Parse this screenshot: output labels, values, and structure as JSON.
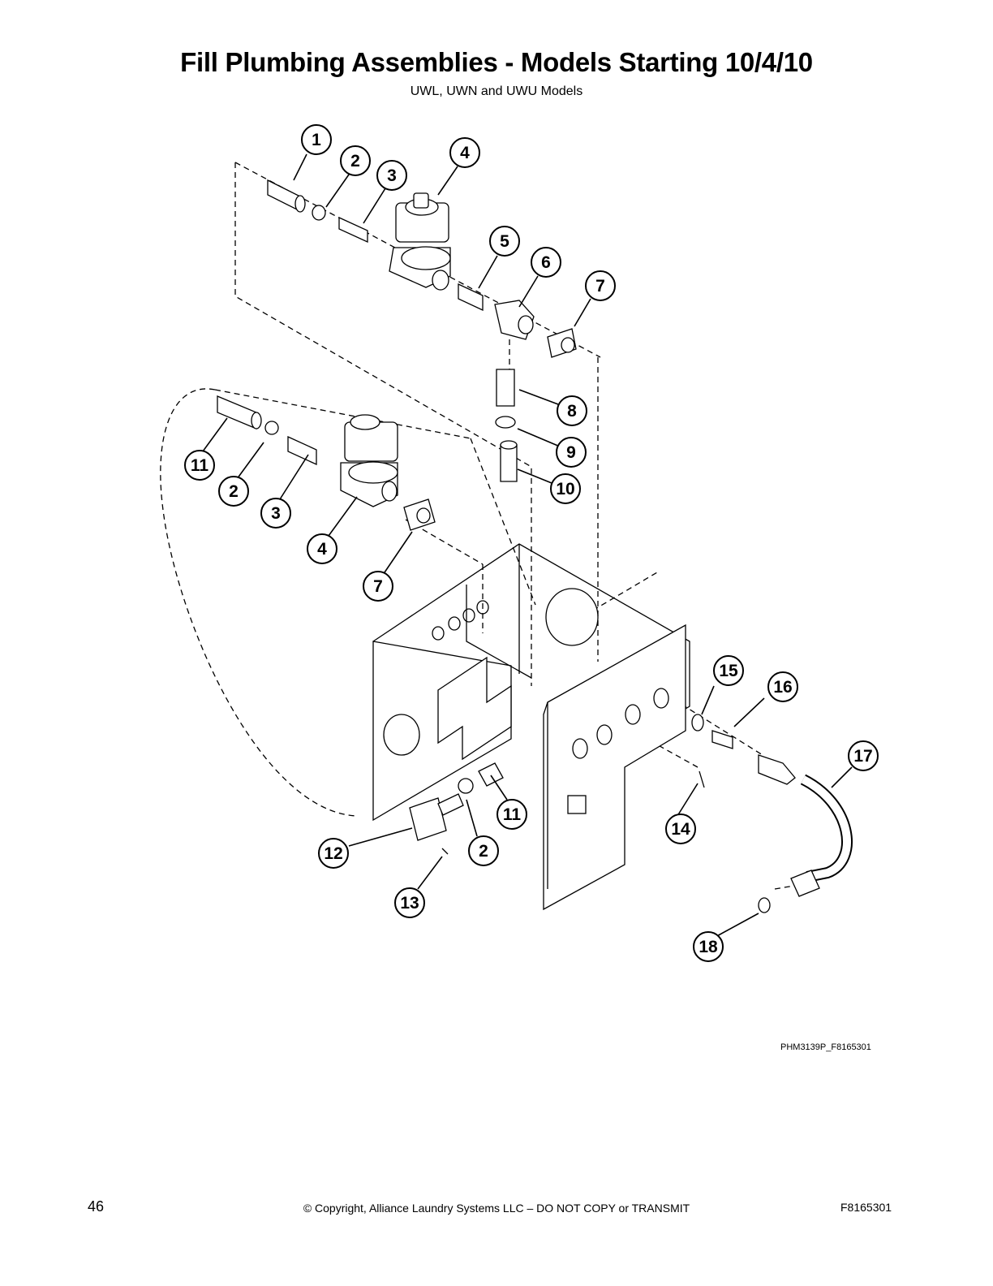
{
  "header": {
    "title": "Fill Plumbing Assemblies - Models Starting 10/4/10",
    "subtitle": "UWL, UWN and UWU Models"
  },
  "diagram": {
    "callouts": [
      "1",
      "2",
      "3",
      "4",
      "5",
      "6",
      "7",
      "8",
      "9",
      "10",
      "11",
      "2",
      "3",
      "4",
      "7",
      "15",
      "16",
      "17",
      "11",
      "14",
      "12",
      "2",
      "13",
      "18"
    ],
    "figure_code": "PHM3139P_F8165301"
  },
  "footer": {
    "page_number": "46",
    "copyright": "© Copyright, Alliance Laundry Systems LLC – DO NOT COPY or TRANSMIT",
    "doc_number": "F8165301"
  }
}
